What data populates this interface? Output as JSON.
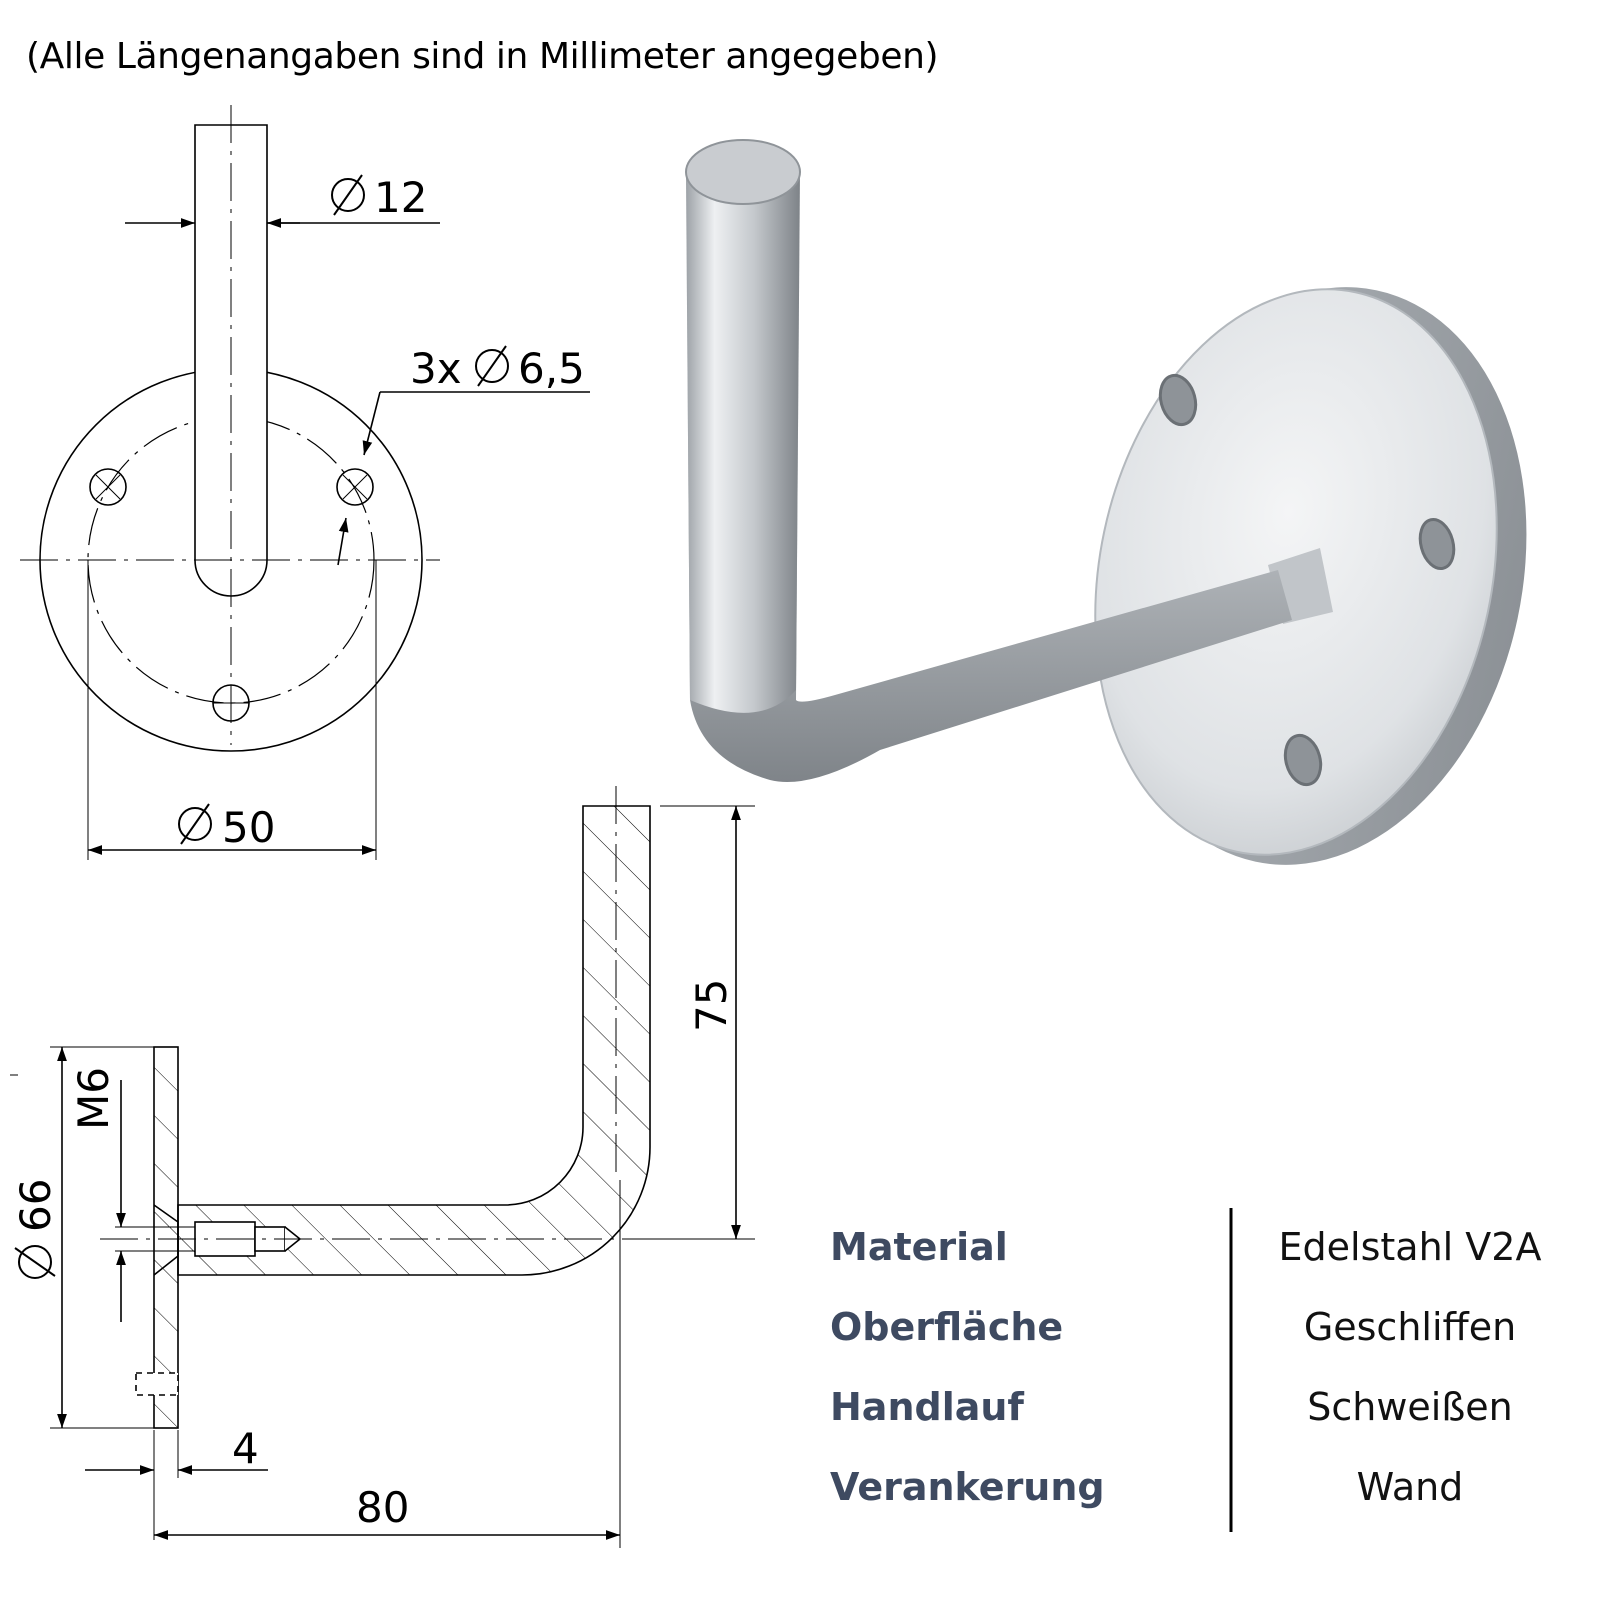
{
  "note": "(Alle Längenangaben sind in Millimeter angegeben)",
  "dimensions": {
    "rod_diameter": "12",
    "holes": "3x",
    "hole_diameter": "6,5",
    "circle_diameter": "50",
    "height": "75",
    "thread": "M6",
    "plate_diameter": "66",
    "plate_thickness": "4",
    "length": "80"
  },
  "specs": [
    {
      "label": "Material",
      "value": "Edelstahl V2A"
    },
    {
      "label": "Oberfläche",
      "value": "Geschliffen"
    },
    {
      "label": "Handlauf",
      "value": "Schweißen"
    },
    {
      "label": "Verankerung",
      "value": "Wand"
    }
  ],
  "colors": {
    "label": "#3e4a61",
    "steel_light": "#e6e8ea",
    "steel_dark": "#8a8f94"
  }
}
